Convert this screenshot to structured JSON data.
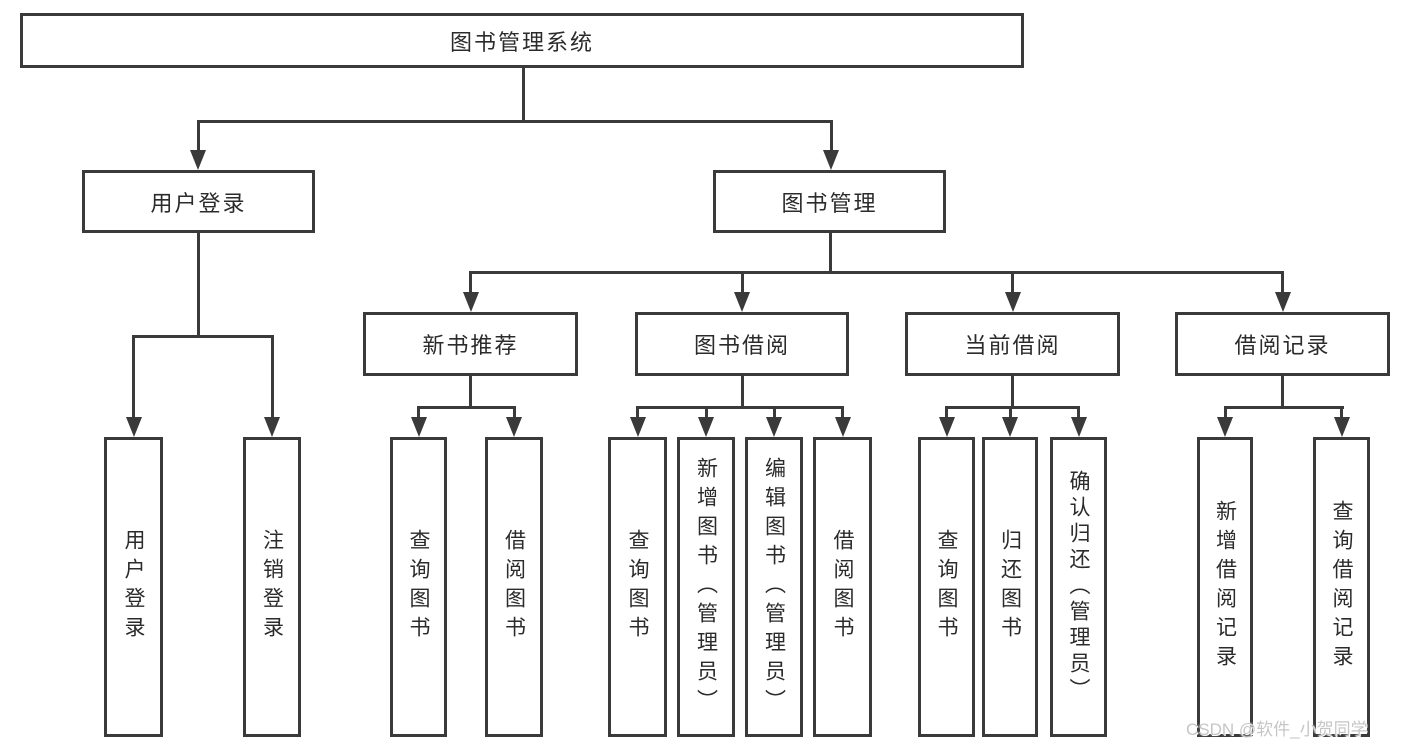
{
  "diagram_type": "hierarchy-tree",
  "tree": {
    "label": "图书管理系统",
    "children": [
      {
        "label": "用户登录",
        "children": [
          {
            "label": "用户登录"
          },
          {
            "label": "注销登录"
          }
        ]
      },
      {
        "label": "图书管理",
        "children": [
          {
            "label": "新书推荐",
            "children": [
              {
                "label": "查询图书"
              },
              {
                "label": "借阅图书"
              }
            ]
          },
          {
            "label": "图书借阅",
            "children": [
              {
                "label": "查询图书"
              },
              {
                "label": "新增图书（管理员）"
              },
              {
                "label": "编辑图书（管理员）"
              },
              {
                "label": "借阅图书"
              }
            ]
          },
          {
            "label": "当前借阅",
            "children": [
              {
                "label": "查询图书"
              },
              {
                "label": "归还图书"
              },
              {
                "label": "确认归还（管理员）"
              }
            ]
          },
          {
            "label": "借阅记录",
            "children": [
              {
                "label": "新增借阅记录"
              },
              {
                "label": "查询借阅记录"
              }
            ]
          }
        ]
      }
    ]
  },
  "watermark": {
    "text": "CSDN @软件_小贺同学"
  },
  "colors": {
    "line": "#3a3a3a",
    "text": "#2b2b2b",
    "watermark": "#c6c6c6",
    "background": "#ffffff"
  }
}
